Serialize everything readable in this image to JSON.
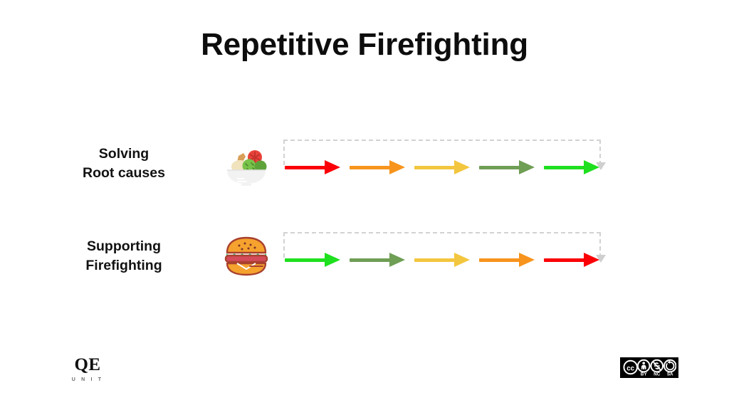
{
  "slide": {
    "title": "Repetitive Firefighting",
    "background_color": "#ffffff",
    "title_color": "#0d0d0d"
  },
  "rows": [
    {
      "id": "solving-root-causes",
      "label_lines": [
        "Solving",
        "Root causes"
      ],
      "emoji": "green-salad-emoji",
      "emoji_char": "🥗",
      "loop": {
        "style": "dashed",
        "color": "#d2d2d2",
        "direction": "right-to-left feedback loop",
        "arrowhead": "down"
      },
      "arrows": [
        {
          "order": 1,
          "color": "#fb0007",
          "name": "red-arrow"
        },
        {
          "order": 2,
          "color": "#f7941d",
          "name": "orange-arrow"
        },
        {
          "order": 3,
          "color": "#f3c council",
          "name": "amber-arrow"
        },
        {
          "order": 4,
          "color": "#6f9e55",
          "name": "olive-green-arrow"
        },
        {
          "order": 5,
          "color": "#1fe01f",
          "name": "bright-green-arrow"
        }
      ]
    },
    {
      "id": "supporting-firefighting",
      "label_lines": [
        "Supporting",
        "Firefighting"
      ],
      "emoji": "hamburger-emoji",
      "emoji_char": "🍔",
      "loop": {
        "style": "dashed",
        "color": "#d2d2d2",
        "direction": "right-to-left feedback loop",
        "arrowhead": "down"
      },
      "arrows": [
        {
          "order": 1,
          "color": "#1fe01f",
          "name": "bright-green-arrow"
        },
        {
          "order": 2,
          "color": "#6f9e55",
          "name": "olive-green-arrow"
        },
        {
          "order": 3,
          "color": "#f3c63f",
          "name": "amber-arrow"
        },
        {
          "order": 4,
          "color": "#f7941d",
          "name": "orange-arrow"
        },
        {
          "order": 5,
          "color": "#fb0007",
          "name": "red-arrow"
        }
      ]
    }
  ],
  "footer": {
    "logo": {
      "mark": "QE",
      "sub": "U N I T"
    },
    "license": {
      "name": "cc-by-nc-sa-badge",
      "cc_label": "cc",
      "terms": [
        "BY",
        "NC",
        "SA"
      ]
    }
  },
  "palette": {
    "red": "#fb0007",
    "orange": "#f7941d",
    "amber": "#f3c63f",
    "olive_green": "#6f9e55",
    "bright_green": "#1fe01f",
    "dashed_grey": "#d2d2d2",
    "loop_head_grey": "#cfcfcf"
  }
}
